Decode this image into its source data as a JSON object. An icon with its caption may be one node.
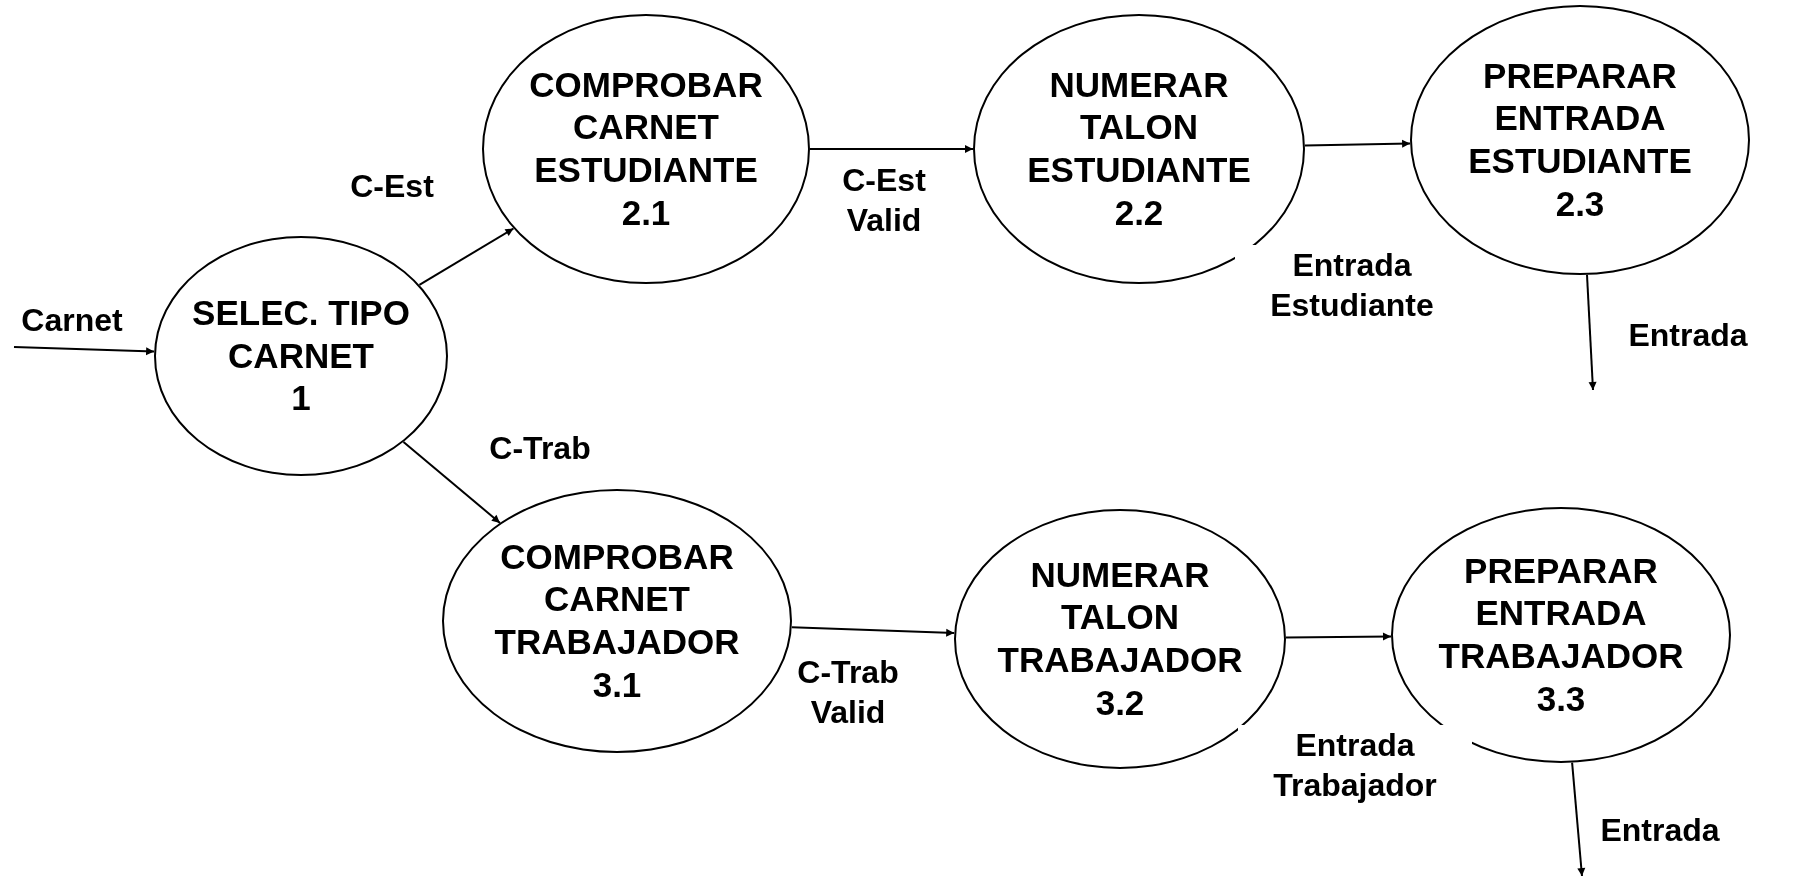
{
  "diagram": {
    "nodes": [
      {
        "text": [
          "SELEC. TIPO CARNET",
          "1"
        ]
      },
      {
        "text": [
          "COMPROBAR CARNET ESTUDIANTE",
          "2.1"
        ]
      },
      {
        "text": [
          "NUMERAR TALON ESTUDIANTE",
          "2.2"
        ]
      },
      {
        "text": [
          "PREPARAR ENTRADA ESTUDIANTE",
          "2.3"
        ]
      },
      {
        "text": [
          "COMPROBAR CARNET TRABAJADOR",
          "3.1"
        ]
      },
      {
        "text": [
          "NUMERAR TALON TRABAJADOR",
          "3.2"
        ]
      },
      {
        "text": [
          "PREPARAR ENTRADA TRABAJADOR",
          "3.3"
        ]
      }
    ],
    "edges": [
      {
        "from": null,
        "to": 0,
        "arrow": "to",
        "label": "Carnet"
      },
      {
        "from": 0,
        "to": 1,
        "arrow": "to",
        "label": "C-Est"
      },
      {
        "from": 0,
        "to": 4,
        "arrow": "to",
        "label": "C-Trab"
      },
      {
        "from": 1,
        "to": 2,
        "arrow": "to",
        "label": "C-Est Valid"
      },
      {
        "from": 2,
        "to": 3,
        "arrow": "to",
        "label": "Entrada Estudiante"
      },
      {
        "from": 3,
        "to": null,
        "arrow": "to",
        "label": "Entrada"
      },
      {
        "from": 4,
        "to": 5,
        "arrow": "to",
        "label": "C-Trab Valid"
      },
      {
        "from": 5,
        "to": 6,
        "arrow": "to",
        "label": "Entrada Trabajador"
      },
      {
        "from": 6,
        "to": null,
        "arrow": "to",
        "label": "Entrada"
      }
    ]
  }
}
